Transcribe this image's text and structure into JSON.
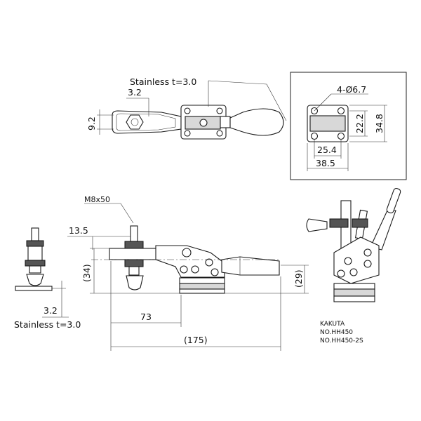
{
  "material_top": "Stainless t=3.0",
  "material_bottom": "Stainless t=3.0",
  "dims": {
    "top_thickness": "3.2",
    "top_height": "9.2",
    "hole_callout": "4-Ø6.7",
    "hole_pitch_v": "22.2",
    "base_height": "34.8",
    "hole_pitch_h": "25.4",
    "base_width": "38.5",
    "bolt": "M8x50",
    "spindle_offset": "13.5",
    "height_open": "(34)",
    "height_base": "(29)",
    "spindle_reach": "73",
    "overall_length": "(175)",
    "side_thickness": "3.2"
  },
  "model": {
    "maker": "KAKUTA",
    "no_1": "NO.HH450",
    "no_2": "NO.HH450-2S"
  }
}
